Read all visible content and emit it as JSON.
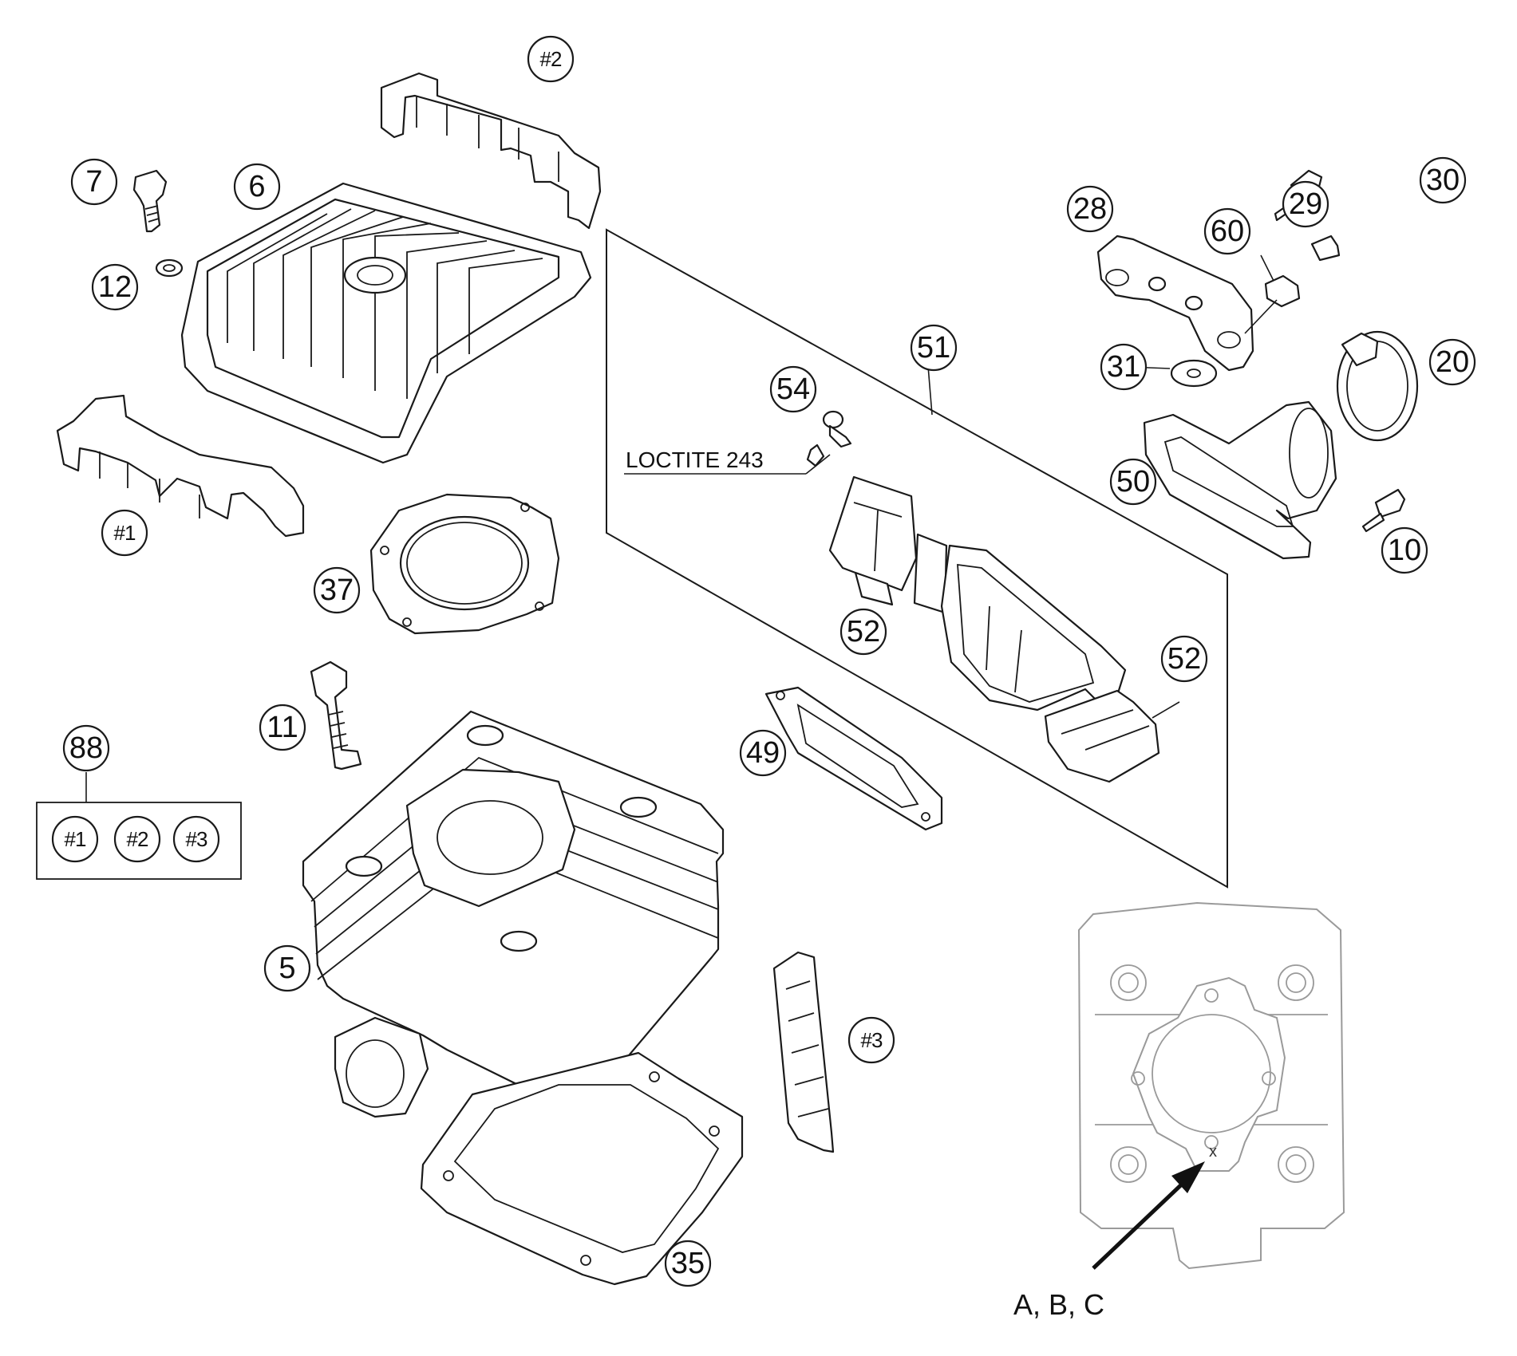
{
  "callouts": {
    "c2": "#2",
    "c7": "7",
    "c6": "6",
    "c12": "12",
    "c1": "#1",
    "c37": "37",
    "c11": "11",
    "c88": "88",
    "k1": "#1",
    "k2": "#2",
    "k3": "#3",
    "c5": "5",
    "c35": "35",
    "c3": "#3",
    "c49": "49",
    "c51": "51",
    "c54": "54",
    "c52a": "52",
    "c52b": "52",
    "c28": "28",
    "c60": "60",
    "c29": "29",
    "c30": "30",
    "c31": "31",
    "c20": "20",
    "c50": "50",
    "c10": "10"
  },
  "notes": {
    "loctite": "LOCTITE 243",
    "marking": "A, B, C",
    "x_mark": "x"
  }
}
